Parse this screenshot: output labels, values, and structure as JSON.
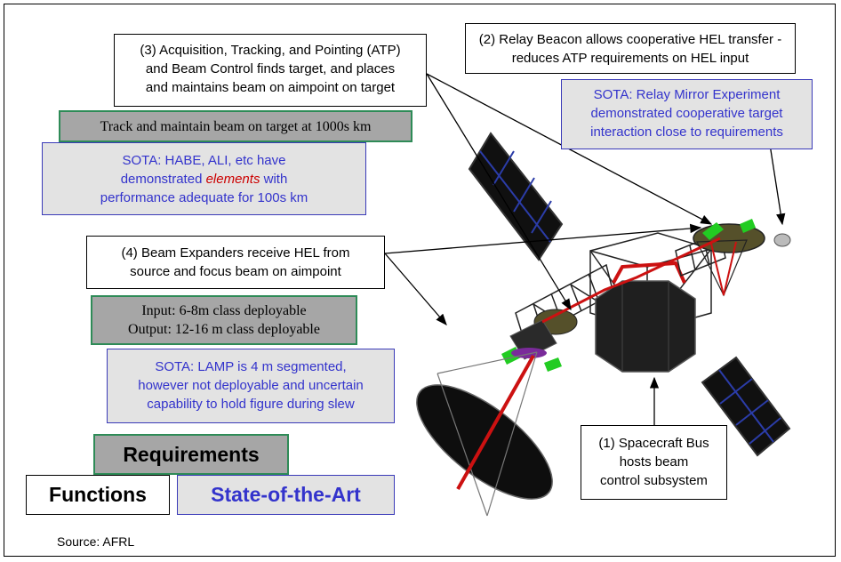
{
  "callouts": {
    "atp": [
      "(3) Acquisition, Tracking, and Pointing (ATP)",
      "and Beam Control finds target, and places",
      "and maintains beam on aimpoint on target"
    ],
    "relay": [
      "(2) Relay Beacon allows cooperative HEL transfer -",
      "reduces ATP requirements on HEL input"
    ],
    "relay_sota": [
      "SOTA: Relay Mirror Experiment",
      "demonstrated cooperative target",
      "interaction close to requirements"
    ],
    "track_req": "Track and maintain beam on target at 1000s km",
    "habe_sota": {
      "line1": "SOTA:  HABE, ALI, etc have",
      "line2_pre": "demonstrated ",
      "line2_em": "elements",
      "line2_post": " with",
      "line3": "performance adequate for 100s km"
    },
    "beam_exp": [
      "(4) Beam Expanders receive HEL from",
      "source and  focus beam on aimpoint"
    ],
    "beam_req": [
      "Input:  6-8m class deployable",
      "Output:  12-16 m class deployable"
    ],
    "lamp_sota": [
      "SOTA:  LAMP is 4 m segmented,",
      "however not deployable and uncertain",
      "capability to hold figure during slew"
    ],
    "bus": [
      "(1) Spacecraft Bus",
      "hosts beam",
      "control subsystem"
    ]
  },
  "legend": {
    "requirements": "Requirements",
    "functions": "Functions",
    "state_of_art": "State-of-the-Art"
  },
  "source": "Source: AFRL",
  "colors": {
    "function_border": "#000000",
    "requirement_fill": "#a6a6a6",
    "requirement_border": "#2e8b57",
    "sota_fill": "#e3e3e3",
    "sota_text": "#3333cc",
    "emphasis": "#cc0000"
  }
}
